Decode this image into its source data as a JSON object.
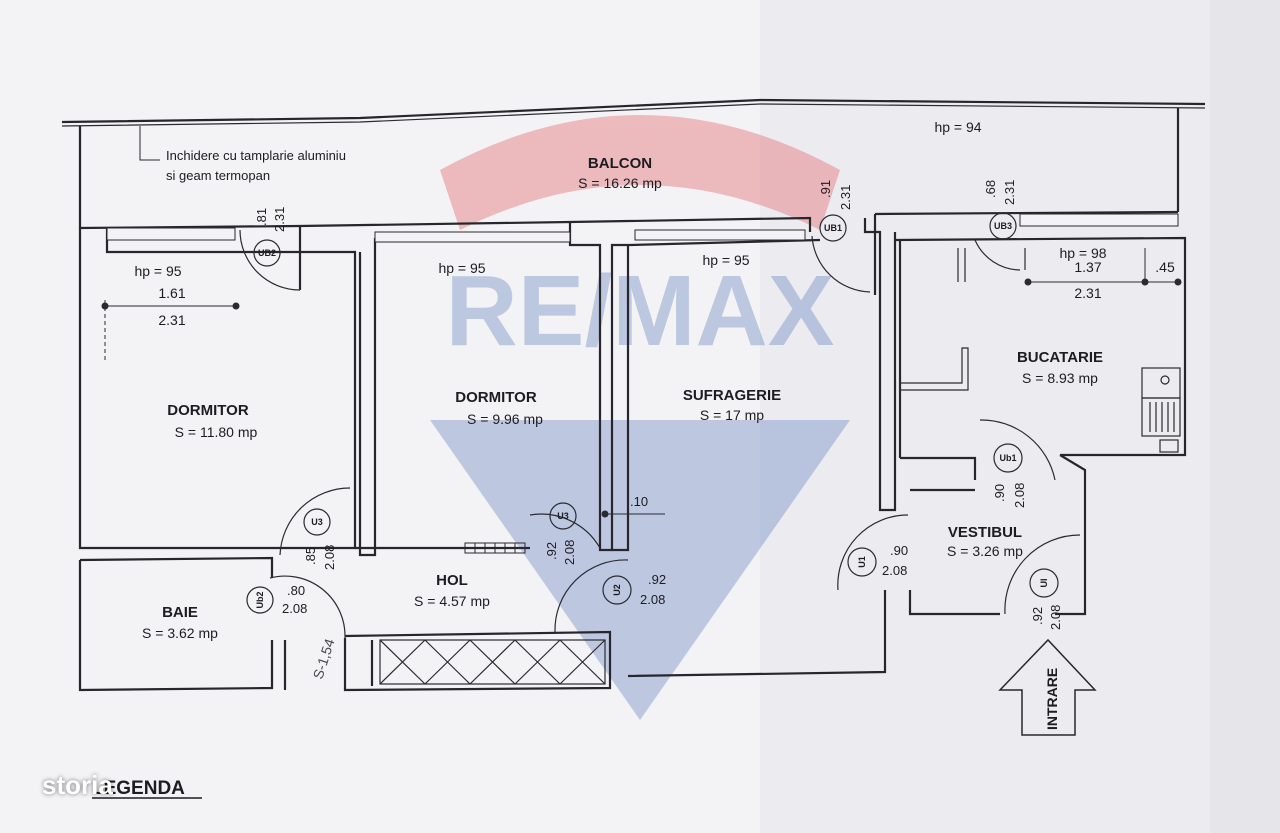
{
  "watermark": {
    "brand": "RE/MAX"
  },
  "overlay": {
    "site_label": "storia"
  },
  "legend": {
    "title": "LEGENDA"
  },
  "note": {
    "line1": "Inchidere cu tamplarie aluminiu",
    "line2": "si geam termopan"
  },
  "rooms": {
    "balcon": {
      "name": "BALCON",
      "area": "S = 16.26 mp",
      "hp": "hp = 94"
    },
    "dormitor1": {
      "name": "DORMITOR",
      "area": "S = 11.80 mp",
      "hp": "hp = 95",
      "dim_a": "1.61",
      "dim_b": "2.31"
    },
    "dormitor2": {
      "name": "DORMITOR",
      "area": "S = 9.96 mp",
      "hp": "hp = 95"
    },
    "sufragerie": {
      "name": "SUFRAGERIE",
      "area": "S = 17 mp",
      "hp": "hp = 95"
    },
    "bucatarie": {
      "name": "BUCATARIE",
      "area": "S = 8.93 mp",
      "hp": "hp = 98",
      "dim_a": "1.37",
      "dim_b": "2.31",
      "dim_c": ".45"
    },
    "hol": {
      "name": "HOL",
      "area": "S = 4.57 mp"
    },
    "baie": {
      "name": "BAIE",
      "area": "S = 3.62 mp"
    },
    "vestibul": {
      "name": "VESTIBUL",
      "area": "S = 3.26 mp"
    }
  },
  "doors": {
    "ub2": {
      "code": "UB2",
      "w": ".81",
      "h": "2.31"
    },
    "ub1_balcon": {
      "code": "UB1",
      "w": ".91",
      "h": "2.31"
    },
    "ub3": {
      "code": "UB3",
      "w": ".68",
      "h": "2.31"
    },
    "u3_left": {
      "code": "U3",
      "w": ".85",
      "h": "2.08"
    },
    "u3_mid": {
      "code": "U3",
      "w": ".92",
      "h": "2.08"
    },
    "ub2_baie": {
      "code": "Ub2",
      "w": ".80",
      "h": "2.08"
    },
    "u2": {
      "code": "U2",
      "w": ".92",
      "h": "2.08"
    },
    "u1": {
      "code": "U1",
      "w": ".90",
      "h": "2.08"
    },
    "ub1_kitchen": {
      "code": "Ub1",
      "w": ".90",
      "h": "2.08"
    },
    "ui": {
      "code": "UI",
      "w": ".92",
      "h": "2.08"
    }
  },
  "misc": {
    "wall_dim": ".10",
    "entrance": "INTRARE",
    "handwriting": "S-1,54"
  }
}
